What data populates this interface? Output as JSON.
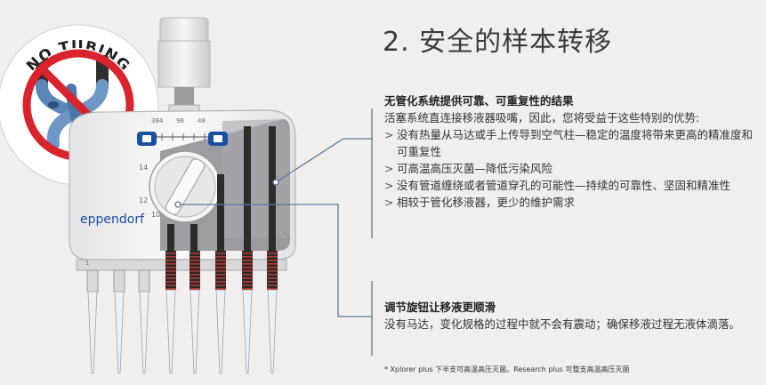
{
  "title": "2. 安全的样本转移",
  "section1": {
    "heading": "无管化系统提供可靠、可重复性的结果",
    "intro": "活塞系统直连接移液器吸嘴，因此，您将受益于这些特别的优势:",
    "bullets": [
      "没有热量从马达或手上传导到空气柱—稳定的温度将带来更高的精准度和可重复性",
      "可高温高压灭菌—降低污染风险",
      "没有管道缠绕或者管道穿孔的可能性—持续的可靠性、坚固和精准性",
      "相较于管化移液器，更少的维护需求"
    ]
  },
  "section2": {
    "heading": "调节旋钮让移液更顺滑",
    "body": "没有马达，变化规格的过程中就不会有震动；确保移液过程无液体滴落。"
  },
  "footnote": "* Xplorer plus 下半支可高温高压灭菌。Research plus 可整支高温高压灭菌",
  "illustration": {
    "sticker_text": "NO TUBING",
    "brand": "eppendorf",
    "scale_top": [
      "384",
      "96",
      "48"
    ],
    "scale_dial": [
      "14",
      "12",
      "10"
    ],
    "channel_label": "1",
    "colors": {
      "background": "#f1efee",
      "sticker_red": "#d9232d",
      "tubing_blue": "#5b86b8",
      "brand_blue": "#1b4fa0",
      "callout_line": "#5d7a99",
      "spring_red": "#a8322b"
    }
  }
}
